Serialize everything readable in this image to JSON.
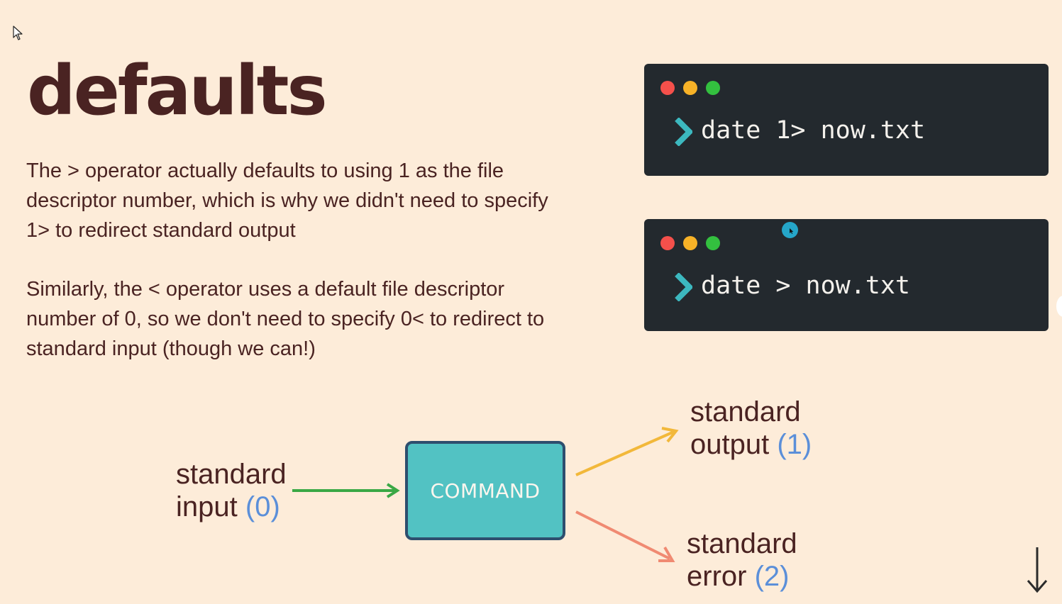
{
  "slide": {
    "title": "defaults",
    "paragraph_1": "The > operator actually defaults to using 1 as the file descriptor number, which is why we didn't need to specify 1> to redirect standard output",
    "paragraph_2": "Similarly, the < operator uses a default file descriptor number of 0, so we don't need to specify 0< to redirect to standard input (though we can!)"
  },
  "terminals": [
    {
      "command": "date 1> now.txt",
      "dots": [
        "red-dot",
        "yellow-dot",
        "green-dot"
      ]
    },
    {
      "command": "date > now.txt",
      "dots": [
        "red-dot",
        "yellow-dot",
        "green-dot"
      ]
    }
  ],
  "diagram": {
    "command_label": "COMMAND",
    "input": {
      "word1": "standard",
      "word2": "input",
      "num": "(0)"
    },
    "output": {
      "word1": "standard",
      "word2": "output",
      "num": "(1)"
    },
    "error": {
      "word1": "standard",
      "word2": "error",
      "num": "(2)"
    }
  },
  "colors": {
    "background": "#fdecd9",
    "text": "#4a2322",
    "terminal_bg": "#23292e",
    "terminal_prompt": "#3cb8bf",
    "command_box": "#52c2c3",
    "command_border": "#2e4e6e",
    "number_blue": "#5b8fd9",
    "stdin_arrow": "#3aa845",
    "stdout_arrow": "#f2b83a",
    "stderr_arrow": "#f08a72"
  },
  "icons": {
    "cursor": "mouse-pointer-icon",
    "prompt": "chevron-right-icon",
    "pointer_highlight": "cursor-highlight-icon",
    "next": "arrow-down-icon"
  }
}
